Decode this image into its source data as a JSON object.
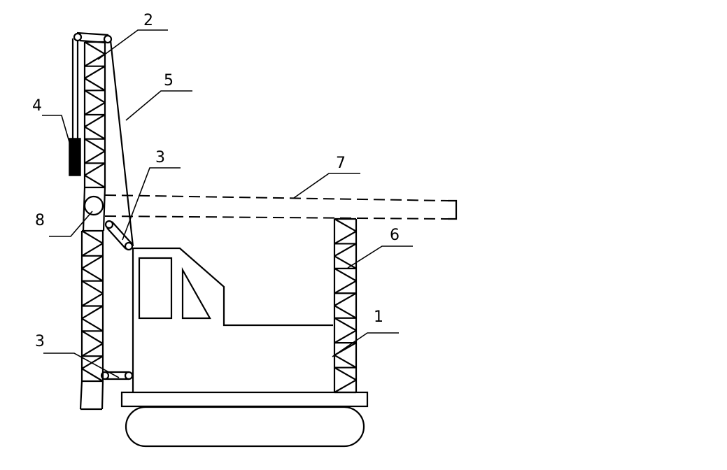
{
  "callouts": {
    "c1": "1",
    "c2": "2",
    "c3_upper": "3",
    "c3_lower": "3",
    "c4": "4",
    "c5": "5",
    "c6": "6",
    "c7": "7",
    "c8": "8"
  },
  "colors": {
    "line": "#000000",
    "background": "#ffffff",
    "hammer_fill": "#000000"
  }
}
